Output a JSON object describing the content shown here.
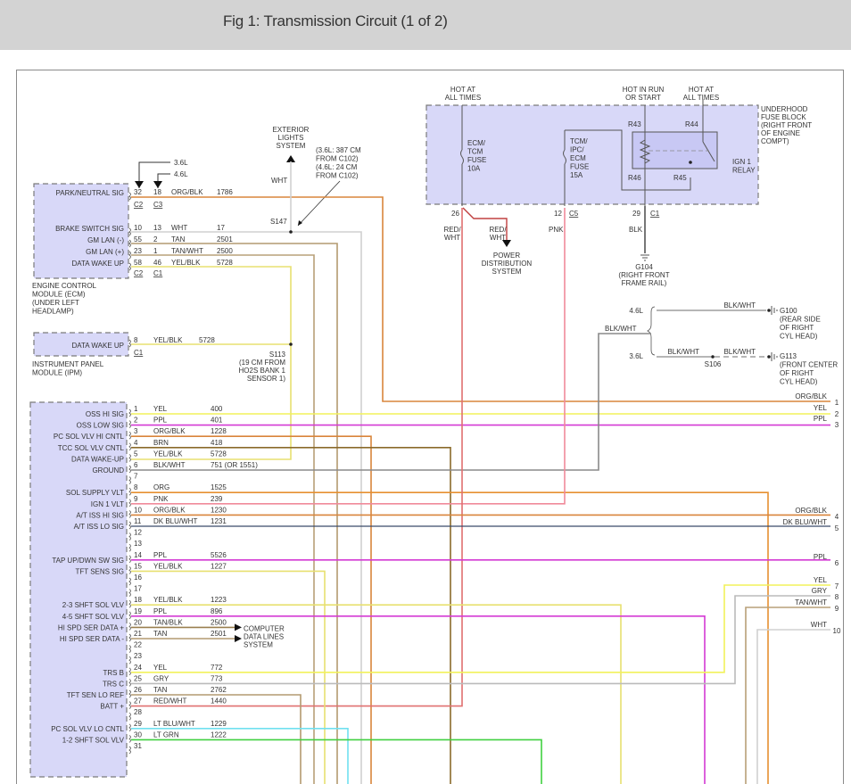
{
  "title": "Fig 1: Transmission Circuit (1 of 2)",
  "colors": {
    "module_fill": "#d8d8f8",
    "module_border": "#7a7a7a",
    "ORG/BLK": "#d9853b",
    "YEL": "#f2f25a",
    "PPL": "#d43ad4",
    "BRN": "#8a6a2a",
    "YEL/BLK": "#e8e070",
    "BLK/WHT": "#8a8a8a",
    "ORG": "#e69030",
    "PNK": "#f08a9a",
    "DK BLU/WHT": "#3a4a6a",
    "TAN/BLK": "#9a8050",
    "TAN": "#b49a70",
    "TAN/WHT": "#b8a078",
    "GRY": "#bbbbbb",
    "RED/WHT": "#e07070",
    "LT BLU/WHT": "#70e0f0",
    "LT GRN": "#40d040",
    "WHT": "#d0d0d0",
    "BLK": "#555555"
  },
  "ecm": {
    "name_lines": [
      "ENGINE CONTROL",
      "MODULE (ECM)",
      "(UNDER LEFT",
      "HEADLAMP)"
    ],
    "engine_36": "3.6L",
    "engine_46": "4.6L",
    "pins": [
      {
        "label": "PARK/NEUTRAL SIG",
        "pin_a": "32",
        "pin_b": "18",
        "color": "ORG/BLK",
        "circuit": "1786"
      },
      {
        "label": "BRAKE SWITCH SIG",
        "pin_a": "10",
        "pin_b": "13",
        "color": "WHT",
        "circuit": "17"
      },
      {
        "label": "GM LAN (-)",
        "pin_a": "55",
        "pin_b": "2",
        "color": "TAN",
        "circuit": "2501"
      },
      {
        "label": "GM LAN (+)",
        "pin_a": "23",
        "pin_b": "1",
        "color": "TAN/WHT",
        "circuit": "2500"
      },
      {
        "label": "DATA WAKE UP",
        "pin_a": "58",
        "pin_b": "46",
        "color": "YEL/BLK",
        "circuit": "5728"
      }
    ],
    "connectors_top": [
      "C2",
      "C3"
    ],
    "connectors_bottom": [
      "C2",
      "C1"
    ]
  },
  "exterior_lights": {
    "lines": [
      "EXTERIOR",
      "LIGHTS",
      "SYSTEM"
    ],
    "wire": "WHT",
    "splice": "S147",
    "note_lines": [
      "(3.6L: 387 CM",
      "FROM C102)",
      "(4.6L: 24 CM",
      "FROM C102)"
    ]
  },
  "ipm": {
    "name_lines": [
      "INSTRUMENT PANEL",
      "MODULE (IPM)"
    ],
    "pin_label": "DATA WAKE UP",
    "pin": "8",
    "color": "YEL/BLK",
    "circuit": "5728",
    "connector": "C1",
    "splice": "S113",
    "splice_note": [
      "(19 CM FROM",
      "HO2S BANK 1",
      "SENSOR 1)"
    ]
  },
  "fuse_block": {
    "name_lines": [
      "UNDERHOOD",
      "FUSE BLOCK",
      "(RIGHT FRONT",
      "OF ENGINE",
      "COMPT)"
    ],
    "hot_at_all_times_1": [
      "HOT AT",
      "ALL TIMES"
    ],
    "hot_in_run": [
      "HOT IN RUN",
      "OR START"
    ],
    "hot_at_all_times_2": [
      "HOT AT",
      "ALL TIMES"
    ],
    "fuse1": [
      "ECM/",
      "TCM",
      "FUSE",
      "10A"
    ],
    "fuse2": [
      "TCM/",
      "IPC/",
      "ECM",
      "FUSE",
      "15A"
    ],
    "relay": [
      "IGN 1",
      "RELAY"
    ],
    "relay_terminals": [
      "R43",
      "R44",
      "R46",
      "R45"
    ],
    "pin_26": "26",
    "pin_12": "12",
    "conn_c5": "C5",
    "pin_29": "29",
    "conn_c1": "C1",
    "wire_redwht_1": [
      "RED/",
      "WHT"
    ],
    "wire_redwht_2": [
      "RED/",
      "WHT"
    ],
    "power_dist": [
      "POWER",
      "DISTRIBUTION",
      "SYSTEM"
    ],
    "wire_pnk": "PNK",
    "wire_blk": "BLK",
    "ground_g104": [
      "G104",
      "(RIGHT FRONT",
      "FRAME RAIL)"
    ]
  },
  "grounds": {
    "engine_46": "4.6L",
    "engine_36": "3.6L",
    "wire_main": "BLK/WHT",
    "wire_46": "BLK/WHT",
    "wire_36a": "BLK/WHT",
    "wire_36b": "BLK/WHT",
    "splice": "S106",
    "g100": [
      "G100",
      "(REAR SIDE",
      "OF RIGHT",
      "CYL HEAD)"
    ],
    "g113": [
      "G113",
      "(FRONT CENTER",
      "OF RIGHT",
      "CYL HEAD)"
    ]
  },
  "tcm": {
    "pins": [
      {
        "pin": "1",
        "label": "OSS HI SIG",
        "color": "YEL",
        "circuit": "400"
      },
      {
        "pin": "2",
        "label": "OSS LOW SIG",
        "color": "PPL",
        "circuit": "401"
      },
      {
        "pin": "3",
        "label": "PC SOL VLV HI CNTL",
        "color": "ORG/BLK",
        "circuit": "1228"
      },
      {
        "pin": "4",
        "label": "TCC SOL VLV CNTL",
        "color": "BRN",
        "circuit": "418"
      },
      {
        "pin": "5",
        "label": "DATA WAKE-UP",
        "color": "YEL/BLK",
        "circuit": "5728"
      },
      {
        "pin": "6",
        "label": "GROUND",
        "color": "BLK/WHT",
        "circuit": "751 (OR 1551)"
      },
      {
        "pin": "7",
        "label": "",
        "color": "",
        "circuit": ""
      },
      {
        "pin": "8",
        "label": "SOL SUPPLY VLT",
        "color": "ORG",
        "circuit": "1525"
      },
      {
        "pin": "9",
        "label": "IGN 1 VLT",
        "color": "PNK",
        "circuit": "239"
      },
      {
        "pin": "10",
        "label": "A/T ISS HI SIG",
        "color": "ORG/BLK",
        "circuit": "1230"
      },
      {
        "pin": "11",
        "label": "A/T ISS LO SIG",
        "color": "DK BLU/WHT",
        "circuit": "1231"
      },
      {
        "pin": "12",
        "label": "",
        "color": "",
        "circuit": ""
      },
      {
        "pin": "13",
        "label": "",
        "color": "",
        "circuit": ""
      },
      {
        "pin": "14",
        "label": "TAP UP/DWN SW SIG",
        "color": "PPL",
        "circuit": "5526"
      },
      {
        "pin": "15",
        "label": "TFT SENS SIG",
        "color": "YEL/BLK",
        "circuit": "1227"
      },
      {
        "pin": "16",
        "label": "",
        "color": "",
        "circuit": ""
      },
      {
        "pin": "17",
        "label": "",
        "color": "",
        "circuit": ""
      },
      {
        "pin": "18",
        "label": "2-3 SHFT SOL VLV",
        "color": "YEL/BLK",
        "circuit": "1223"
      },
      {
        "pin": "19",
        "label": "4-5 SHFT SOL VLV",
        "color": "PPL",
        "circuit": "896"
      },
      {
        "pin": "20",
        "label": "HI SPD SER DATA +",
        "color": "TAN/BLK",
        "circuit": "2500"
      },
      {
        "pin": "21",
        "label": "HI SPD SER DATA -",
        "color": "TAN",
        "circuit": "2501"
      },
      {
        "pin": "22",
        "label": "",
        "color": "",
        "circuit": ""
      },
      {
        "pin": "23",
        "label": "",
        "color": "",
        "circuit": ""
      },
      {
        "pin": "24",
        "label": "TRS B",
        "color": "YEL",
        "circuit": "772"
      },
      {
        "pin": "25",
        "label": "TRS C",
        "color": "GRY",
        "circuit": "773"
      },
      {
        "pin": "26",
        "label": "TFT SEN LO REF",
        "color": "TAN",
        "circuit": "2762"
      },
      {
        "pin": "27",
        "label": "BATT +",
        "color": "RED/WHT",
        "circuit": "1440"
      },
      {
        "pin": "28",
        "label": "",
        "color": "",
        "circuit": ""
      },
      {
        "pin": "29",
        "label": "PC SOL VLV LO CNTL",
        "color": "LT BLU/WHT",
        "circuit": "1229"
      },
      {
        "pin": "30",
        "label": "1-2 SHFT SOL VLV",
        "color": "LT GRN",
        "circuit": "1222"
      },
      {
        "pin": "31",
        "label": "",
        "color": "",
        "circuit": ""
      }
    ],
    "computer_data_lines": [
      "COMPUTER",
      "DATA LINES",
      "SYSTEM"
    ]
  },
  "right_connector": {
    "terminals": [
      {
        "num": "1",
        "color": "ORG/BLK"
      },
      {
        "num": "2",
        "color": "YEL"
      },
      {
        "num": "3",
        "color": "PPL"
      },
      {
        "num": "4",
        "color": "ORG/BLK"
      },
      {
        "num": "5",
        "color": "DK BLU/WHT"
      },
      {
        "num": "6",
        "color": "PPL"
      },
      {
        "num": "7",
        "color": "YEL"
      },
      {
        "num": "8",
        "color": "GRY"
      },
      {
        "num": "9",
        "color": "TAN/WHT"
      },
      {
        "num": "10",
        "color": "WHT"
      }
    ]
  }
}
